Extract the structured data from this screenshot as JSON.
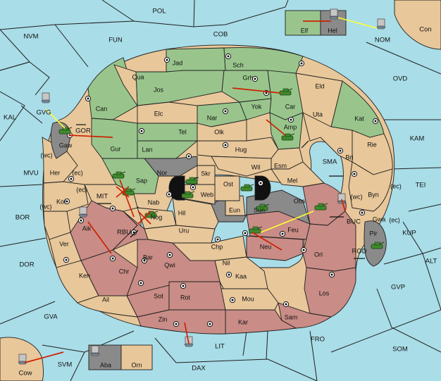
{
  "colors": {
    "sea": "#a9dde8",
    "tan": "#e8c79a",
    "green": "#99c58c",
    "rose": "#c98c86",
    "gray": "#8a8a8a",
    "black": "#111111",
    "army": "#3f8a2d",
    "order_move": "#cc2200",
    "order_support": "#ffff33",
    "ship": "#7b8ea3"
  },
  "sea_regions": [
    {
      "name": "POL"
    },
    {
      "name": "NVM"
    },
    {
      "name": "FUN"
    },
    {
      "name": "COB"
    },
    {
      "name": "NOM"
    },
    {
      "name": "Con"
    },
    {
      "name": "OVD"
    },
    {
      "name": "KAL"
    },
    {
      "name": "GVG"
    },
    {
      "name": "GOR"
    },
    {
      "name": "KAM"
    },
    {
      "name": "MVU"
    },
    {
      "name": "SMA"
    },
    {
      "name": "TEI"
    },
    {
      "name": "MIT"
    },
    {
      "name": "BOR"
    },
    {
      "name": "RBU"
    },
    {
      "name": "BUC"
    },
    {
      "name": "KUP"
    },
    {
      "name": "ROD"
    },
    {
      "name": "DOR"
    },
    {
      "name": "ALT"
    },
    {
      "name": "GVP"
    },
    {
      "name": "GVA"
    },
    {
      "name": "FRO"
    },
    {
      "name": "LIT"
    },
    {
      "name": "SOM"
    },
    {
      "name": "SVM"
    },
    {
      "name": "DAX"
    },
    {
      "name": "Cow"
    }
  ],
  "land_regions": [
    {
      "name": "Jad"
    },
    {
      "name": "Sch"
    },
    {
      "name": "Qua"
    },
    {
      "name": "Jos"
    },
    {
      "name": "Grh"
    },
    {
      "name": "Eld"
    },
    {
      "name": "Can"
    },
    {
      "name": "Car"
    },
    {
      "name": "Yok"
    },
    {
      "name": "Elc"
    },
    {
      "name": "Nar"
    },
    {
      "name": "Uta"
    },
    {
      "name": "Kat"
    },
    {
      "name": "Amp"
    },
    {
      "name": "Gaw"
    },
    {
      "name": "Tel"
    },
    {
      "name": "Olk"
    },
    {
      "name": "Gur"
    },
    {
      "name": "Lan"
    },
    {
      "name": "Hug"
    },
    {
      "name": "Rie"
    },
    {
      "name": "Bri"
    },
    {
      "name": "Wil"
    },
    {
      "name": "Esm"
    },
    {
      "name": "Her"
    },
    {
      "name": "Nor"
    },
    {
      "name": "Skr"
    },
    {
      "name": "Ost"
    },
    {
      "name": "Mel"
    },
    {
      "name": "Sap"
    },
    {
      "name": "Web"
    },
    {
      "name": "Kor"
    },
    {
      "name": "Byn"
    },
    {
      "name": "Nab"
    },
    {
      "name": "Obs"
    },
    {
      "name": "Eun"
    },
    {
      "name": "Sun"
    },
    {
      "name": "Hil"
    },
    {
      "name": "Gwa"
    },
    {
      "name": "Aik"
    },
    {
      "name": "Nog"
    },
    {
      "name": "Feu"
    },
    {
      "name": "Uru"
    },
    {
      "name": "Pir"
    },
    {
      "name": "Ver"
    },
    {
      "name": "Chp"
    },
    {
      "name": "Neu"
    },
    {
      "name": "Orl"
    },
    {
      "name": "Bar"
    },
    {
      "name": "Qwi"
    },
    {
      "name": "Nil"
    },
    {
      "name": "Ken"
    },
    {
      "name": "Chr"
    },
    {
      "name": "Kaa"
    },
    {
      "name": "Los"
    },
    {
      "name": "Ail"
    },
    {
      "name": "Sot"
    },
    {
      "name": "Rot"
    },
    {
      "name": "Mou"
    },
    {
      "name": "Zin"
    },
    {
      "name": "Kar"
    },
    {
      "name": "Sam"
    },
    {
      "name": "Elf"
    },
    {
      "name": "Hel"
    },
    {
      "name": "Aba"
    },
    {
      "name": "Orn"
    }
  ],
  "coast_labels": [
    "(wc)",
    "(ec)",
    "(ec)",
    "(wc)",
    "(wc)",
    "(ec)",
    "(ec)"
  ]
}
